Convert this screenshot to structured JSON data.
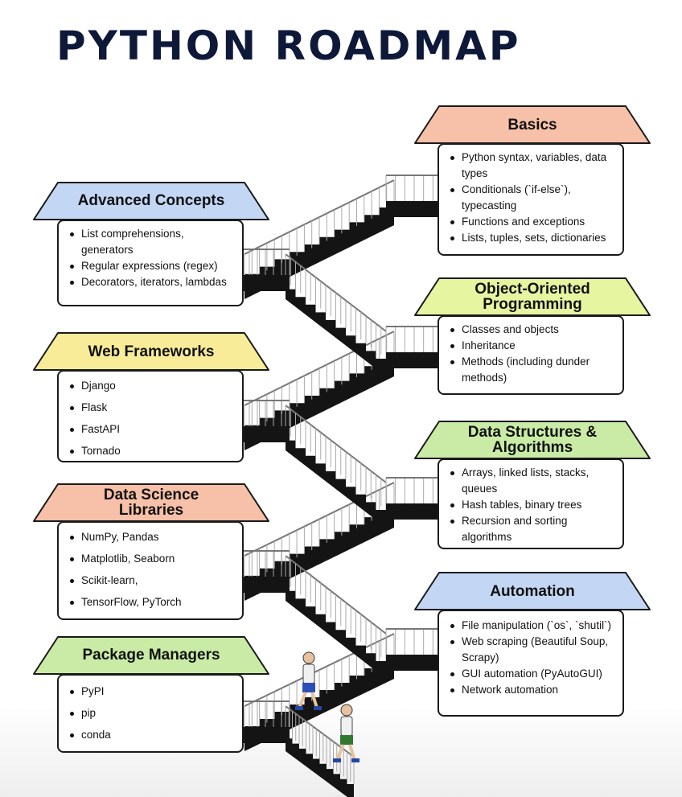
{
  "title": "PYTHON ROADMAP",
  "colors": {
    "title": "#0e1838",
    "salmon": "#f7c0a8",
    "blue": "#c3d7f5",
    "lime": "#e6f5a0",
    "yellow": "#f8ec98",
    "green": "#c9eba6"
  },
  "cards": {
    "basics": {
      "label": "Basics",
      "color": "salmon",
      "items": [
        "Python syntax, variables, data types",
        "Conditionals (`if-else`), typecasting",
        "Functions and exceptions",
        "Lists, tuples, sets, dictionaries"
      ]
    },
    "advanced": {
      "label": "Advanced Concepts",
      "color": "blue",
      "items": [
        "List comprehensions, generators",
        "Regular expressions (regex)",
        "Decorators, iterators, lambdas"
      ]
    },
    "oop": {
      "label": "Object-Oriented Programming",
      "color": "lime",
      "items": [
        "Classes and objects",
        "Inheritance",
        "Methods (including dunder methods)"
      ]
    },
    "web": {
      "label": "Web Frameworks",
      "color": "yellow",
      "items": [
        "Django",
        "Flask",
        "FastAPI",
        "Tornado"
      ]
    },
    "dsa": {
      "label": "Data Structures & Algorithms",
      "color": "green",
      "items": [
        "Arrays, linked lists, stacks, queues",
        "Hash tables, binary trees",
        "Recursion and sorting algorithms"
      ]
    },
    "datasci": {
      "label": "Data Science Libraries",
      "color": "salmon",
      "items": [
        "NumPy, Pandas",
        "Matplotlib, Seaborn",
        "Scikit-learn,",
        "TensorFlow, PyTorch"
      ]
    },
    "automation": {
      "label": "Automation",
      "color": "blue",
      "items": [
        "File manipulation (`os`, `shutil`)",
        "Web scraping (Beautiful Soup, Scrapy)",
        "GUI automation (PyAutoGUI)",
        "Network automation"
      ]
    },
    "pkg": {
      "label": "Package Managers",
      "color": "green",
      "items": [
        "PyPI",
        "pip",
        "conda"
      ]
    }
  }
}
